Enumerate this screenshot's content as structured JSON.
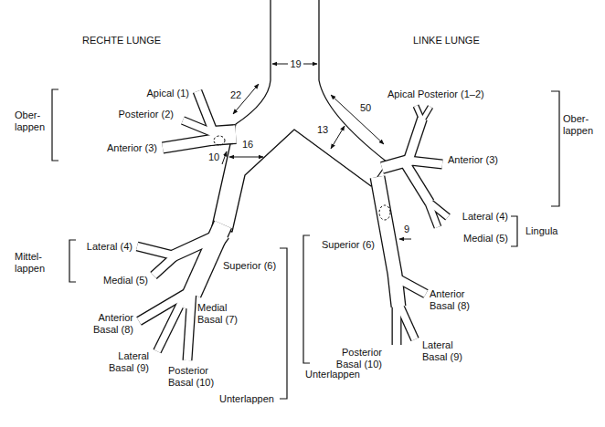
{
  "diagram": {
    "labels": [
      "RECHTE LUNGE",
      "LINKE LUNGE",
      "19",
      "Ober- lappen",
      "Apical (1)",
      "Posterior (2)",
      "Anterior (3)",
      "22",
      "10",
      "16",
      "13",
      "50",
      "Apical Posterior (1–2)",
      "Ober- lappen",
      "Anterior (3)",
      "Lateral (4)",
      "Medial (5)",
      "Lingula",
      "Superior (6)",
      "9",
      "Mittel- lappen",
      "Lateral (4)",
      "Medial (5)",
      "Superior (6)",
      "Medial Basal (7)",
      "Anterior Basal (8)",
      "Lateral Basal (9)",
      "Posterior Basal (10)",
      "Unterlappen",
      "Anterior Basal (8)",
      "Posterior Basal (10)",
      "Lateral Basal (9)",
      "Unterlappen"
    ]
  }
}
